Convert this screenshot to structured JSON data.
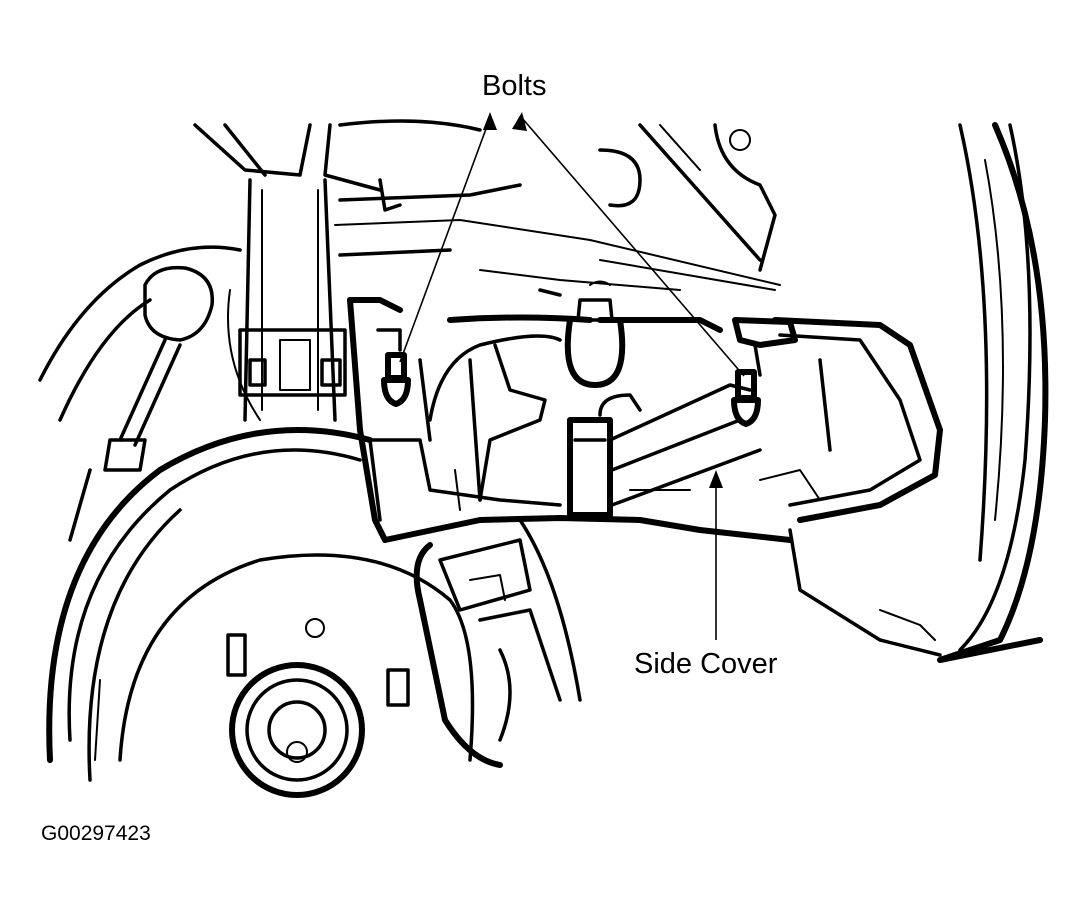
{
  "labels": {
    "bolts": "Bolts",
    "side_cover": "Side Cover"
  },
  "figure_id": "G00297423",
  "colors": {
    "ink": "#000000",
    "background": "#ffffff"
  }
}
